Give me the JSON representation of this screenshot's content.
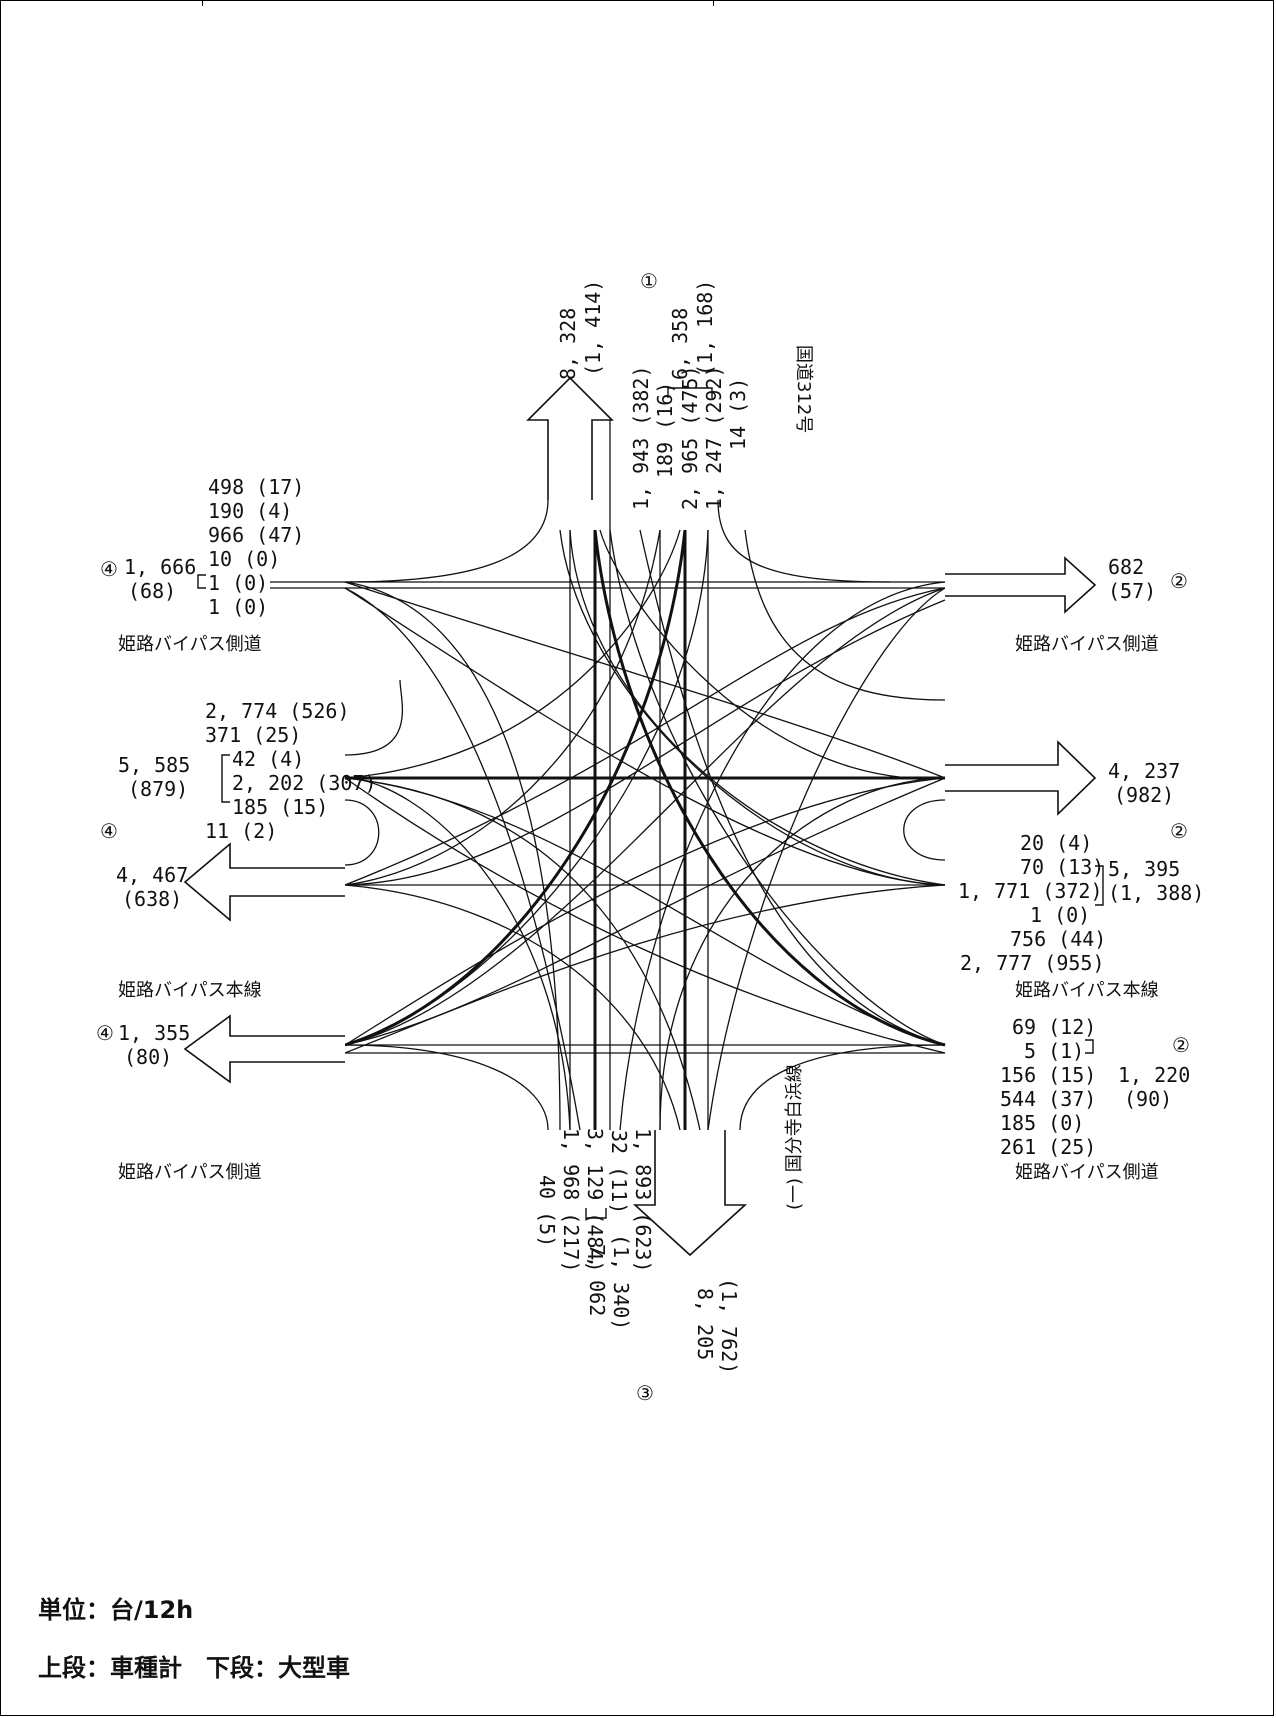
{
  "legend": {
    "units": "単位：台/12h",
    "rows": "上段：車種計　下段：大型車"
  },
  "approaches": {
    "north": {
      "marker": "①",
      "road": "国道312号",
      "exit": {
        "total": "8, 328",
        "large": "(1, 414)"
      },
      "entry": {
        "total": "6, 358",
        "large": "(1, 168)"
      },
      "movements": [
        "1, 943 (382)",
        "189 (16)",
        "2, 965 (475)",
        "1, 247 (292)",
        "14 (3)"
      ]
    },
    "south": {
      "marker": "③",
      "road": "(一) 国分寺白浜線",
      "exit": {
        "total": "8, 205",
        "large": "(1, 762)"
      },
      "entry": {
        "total": "7, 062",
        "large": "(1, 340)"
      },
      "movements": [
        "40 (5)",
        "1, 968 (217)",
        "3, 129 (484)",
        "32 (11)",
        "1, 893 (623)"
      ]
    },
    "west_frontage": {
      "marker": "④",
      "road": "姫路バイパス側道",
      "entry": {
        "total": "1, 666",
        "large": "(68)"
      },
      "movements": [
        "498 (17)",
        "190 (4)",
        "966 (47)",
        "10 (0)",
        "1 (0)",
        "1 (0)"
      ]
    },
    "west_main": {
      "marker": "④",
      "road": "姫路バイパス本線",
      "entry": {
        "total": "5, 585",
        "large": "(879)"
      },
      "exit": {
        "total": "4, 467",
        "large": "(638)"
      },
      "movements": [
        "2, 774 (526)",
        "371 (25)",
        "42 (4)",
        "2, 202 (307)",
        "185 (15)",
        "11 (2)"
      ]
    },
    "west_lower": {
      "marker": "④",
      "road": "姫路バイパス側道",
      "exit": {
        "total": "1, 355",
        "large": "(80)"
      }
    },
    "east_frontage": {
      "marker": "②",
      "road": "姫路バイパス側道",
      "exit": {
        "total": "682",
        "large": "(57)"
      }
    },
    "east_main": {
      "marker": "②",
      "road": "姫路バイパス本線",
      "exit": {
        "total": "4, 237",
        "large": "(982)"
      },
      "entry": {
        "total": "5, 395",
        "large": "(1, 388)"
      },
      "movements": [
        "20 (4)",
        "70 (13)",
        "1, 771 (372)",
        "1 (0)",
        "756 (44)",
        "2, 777 (955)"
      ]
    },
    "east_lower": {
      "marker": "②",
      "road": "姫路バイパス側道",
      "entry": {
        "total": "1, 220",
        "large": "(90)"
      },
      "movements": [
        "69 (12)",
        "5 (1)",
        "156 (15)",
        "544 (37)",
        "185 (0)",
        "261 (25)"
      ]
    }
  }
}
